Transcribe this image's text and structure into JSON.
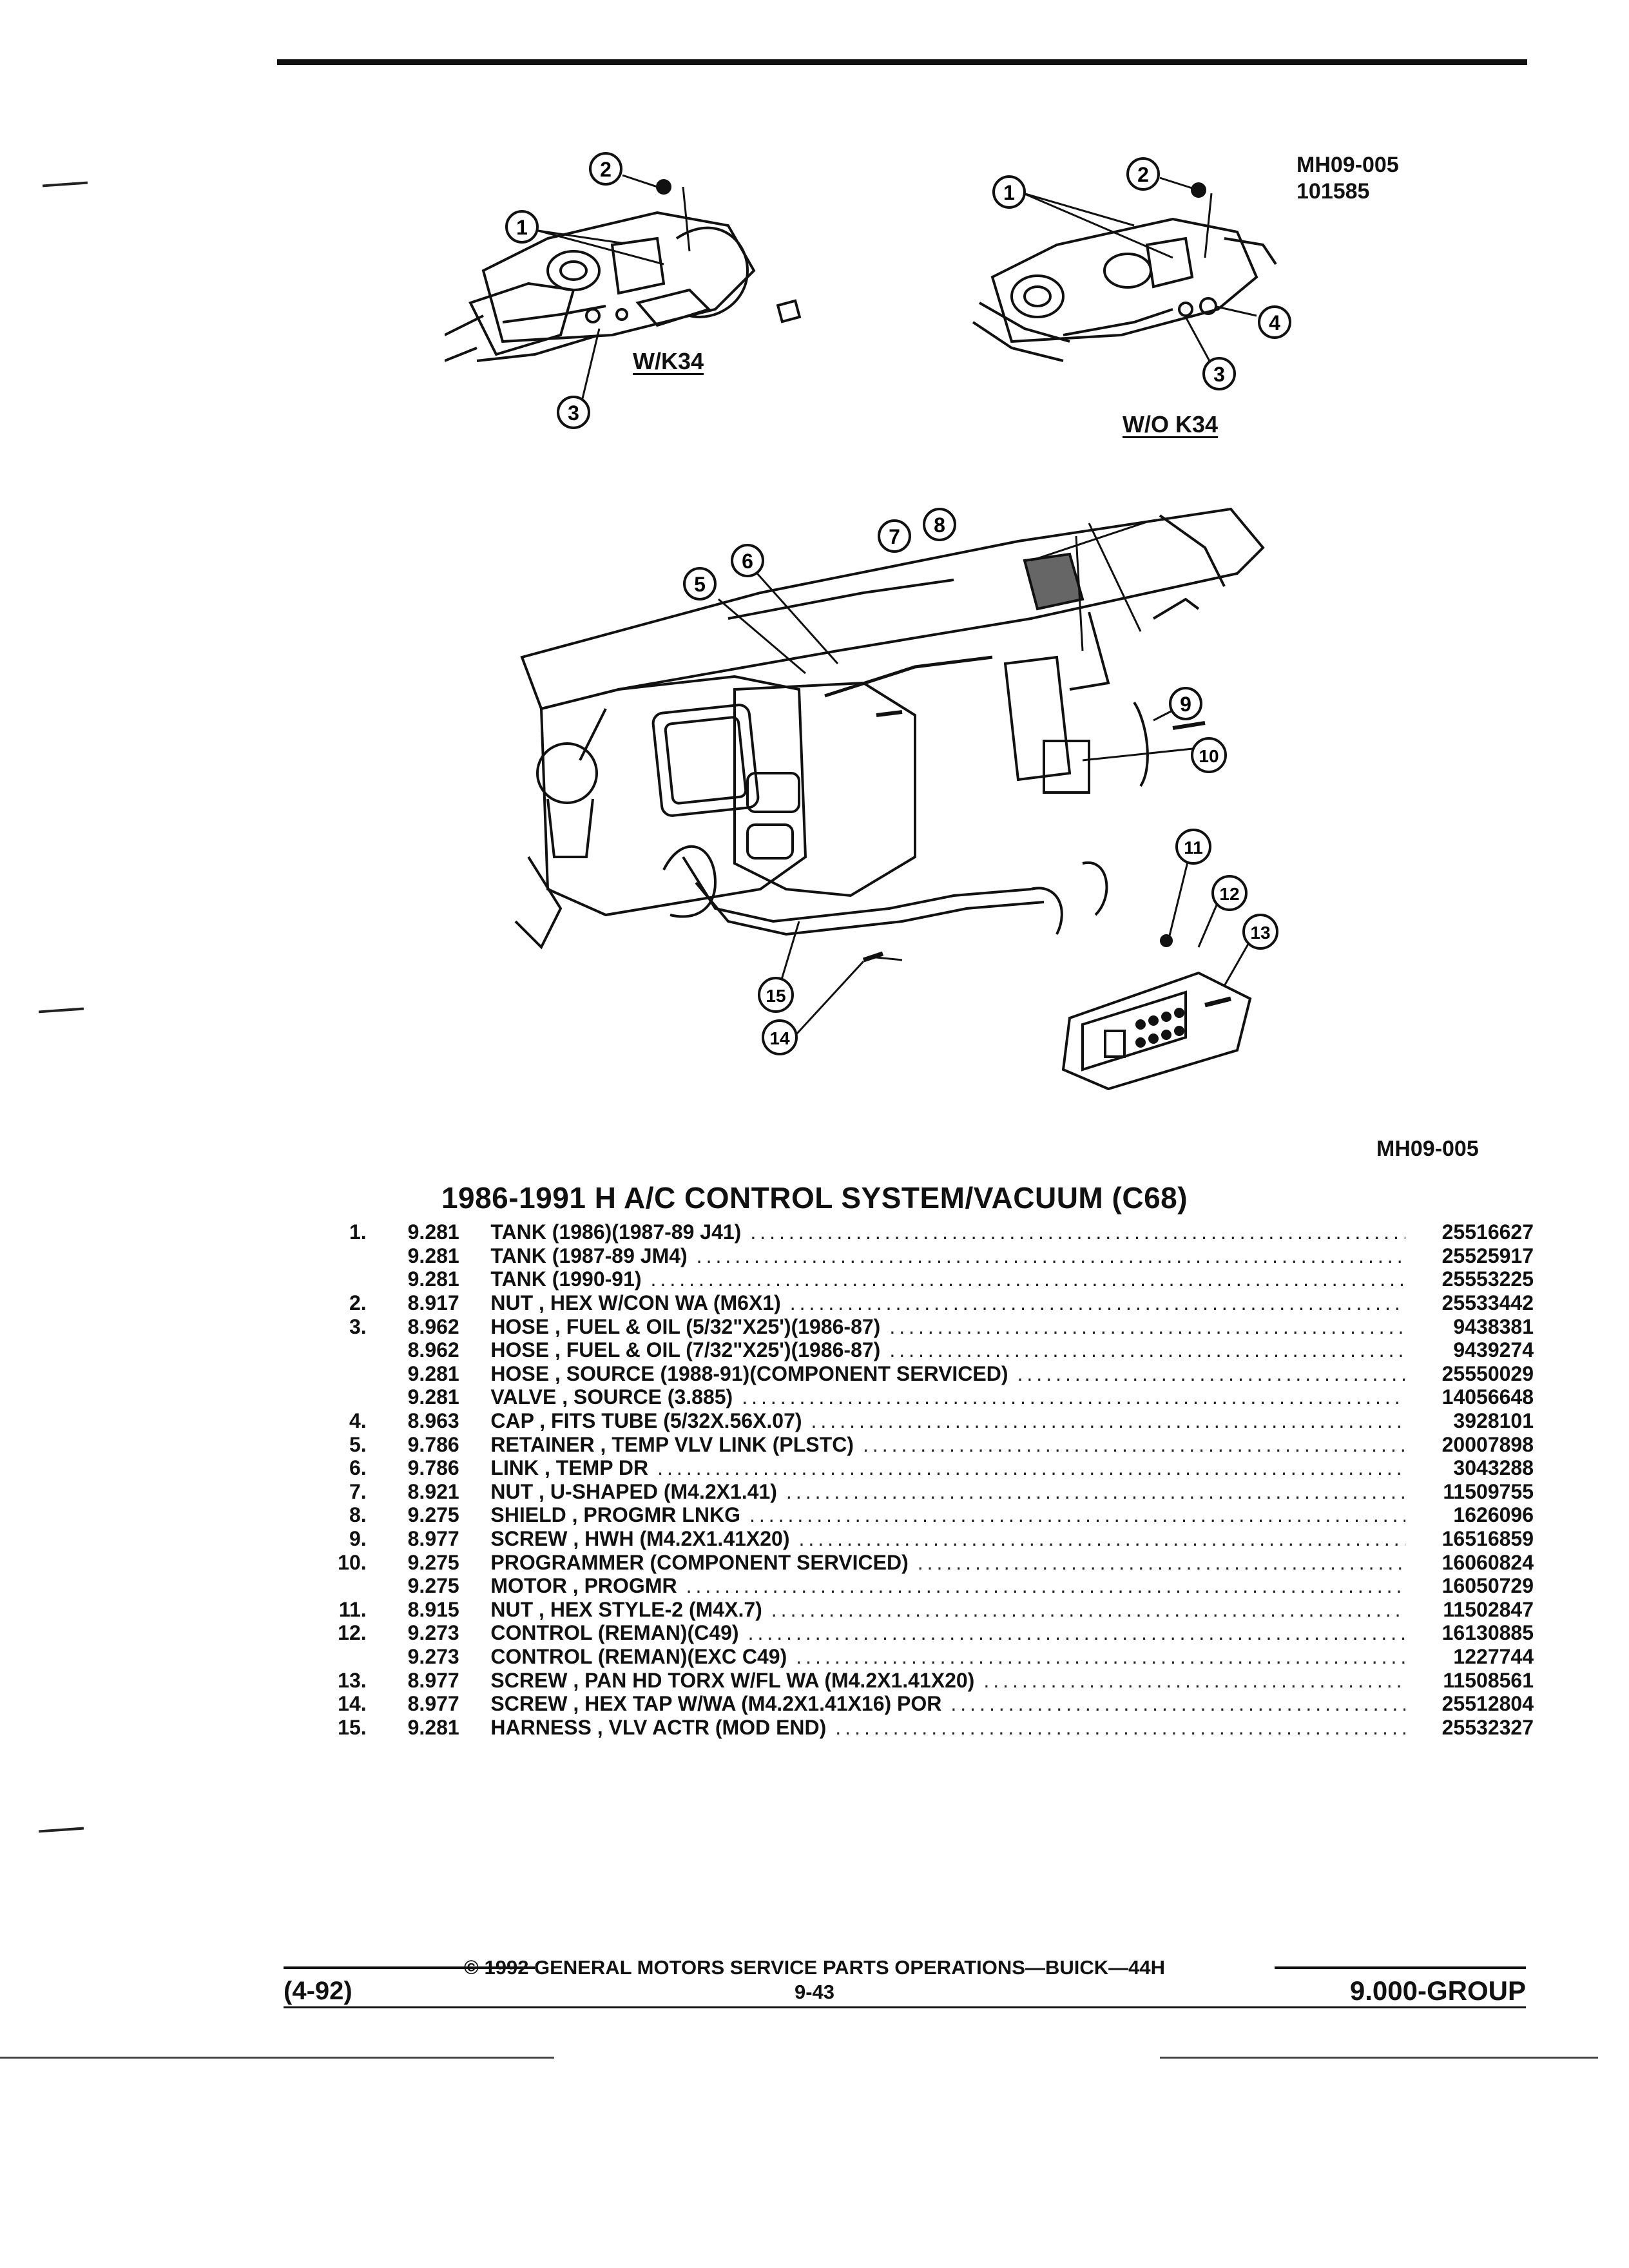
{
  "figure": {
    "id_top": "MH09-005",
    "number_top": "101585",
    "caption_left": "W/K34",
    "caption_right": "W/O K34",
    "id_bottom": "MH09-005"
  },
  "callouts": {
    "c1": "1",
    "c2": "2",
    "c3": "3",
    "c4": "4",
    "c5": "5",
    "c6": "6",
    "c7": "7",
    "c8": "8",
    "c9": "9",
    "c10": "10",
    "c11": "11",
    "c12": "12",
    "c13": "13",
    "c14": "14",
    "c15": "15"
  },
  "section": {
    "title": "1986-1991 H A/C CONTROL SYSTEM/VACUUM (C68)"
  },
  "parts": [
    {
      "ref": "1.",
      "group": "9.281",
      "desc": "TANK (1986)(1987-89 J41)",
      "part": "25516627"
    },
    {
      "ref": "",
      "group": "9.281",
      "desc": "TANK (1987-89 JM4)",
      "part": "25525917"
    },
    {
      "ref": "",
      "group": "9.281",
      "desc": "TANK (1990-91)",
      "part": "25553225"
    },
    {
      "ref": "2.",
      "group": "8.917",
      "desc": "NUT , HEX W/CON WA (M6X1)",
      "part": "25533442"
    },
    {
      "ref": "3.",
      "group": "8.962",
      "desc": "HOSE , FUEL & OIL (5/32\"X25')(1986-87)",
      "part": "9438381"
    },
    {
      "ref": "",
      "group": "8.962",
      "desc": "HOSE , FUEL & OIL (7/32\"X25')(1986-87)",
      "part": "9439274"
    },
    {
      "ref": "",
      "group": "9.281",
      "desc": "HOSE , SOURCE (1988-91)(COMPONENT SERVICED)",
      "part": "25550029"
    },
    {
      "ref": "",
      "group": "9.281",
      "desc": "VALVE , SOURCE (3.885)",
      "part": "14056648"
    },
    {
      "ref": "4.",
      "group": "8.963",
      "desc": "CAP , FITS TUBE (5/32X.56X.07)",
      "part": "3928101"
    },
    {
      "ref": "5.",
      "group": "9.786",
      "desc": "RETAINER , TEMP VLV LINK (PLSTC)",
      "part": "20007898"
    },
    {
      "ref": "6.",
      "group": "9.786",
      "desc": "LINK , TEMP DR",
      "part": "3043288"
    },
    {
      "ref": "7.",
      "group": "8.921",
      "desc": "NUT , U-SHAPED (M4.2X1.41)",
      "part": "11509755"
    },
    {
      "ref": "8.",
      "group": "9.275",
      "desc": "SHIELD , PROGMR LNKG",
      "part": "1626096"
    },
    {
      "ref": "9.",
      "group": "8.977",
      "desc": "SCREW , HWH (M4.2X1.41X20)",
      "part": "16516859"
    },
    {
      "ref": "10.",
      "group": "9.275",
      "desc": "PROGRAMMER (COMPONENT SERVICED)",
      "part": "16060824"
    },
    {
      "ref": "",
      "group": "9.275",
      "desc": "MOTOR , PROGMR",
      "part": "16050729"
    },
    {
      "ref": "11.",
      "group": "8.915",
      "desc": "NUT , HEX STYLE-2 (M4X.7)",
      "part": "11502847"
    },
    {
      "ref": "12.",
      "group": "9.273",
      "desc": "CONTROL (REMAN)(C49)",
      "part": "16130885"
    },
    {
      "ref": "",
      "group": "9.273",
      "desc": "CONTROL (REMAN)(EXC C49)",
      "part": "1227744"
    },
    {
      "ref": "13.",
      "group": "8.977",
      "desc": "SCREW , PAN HD TORX W/FL WA (M4.2X1.41X20)",
      "part": "11508561"
    },
    {
      "ref": "14.",
      "group": "8.977",
      "desc": "SCREW , HEX TAP W/WA (M4.2X1.41X16) POR",
      "part": "25512804"
    },
    {
      "ref": "15.",
      "group": "9.281",
      "desc": "HARNESS , VLV ACTR (MOD END)",
      "part": "25532327"
    }
  ],
  "footer": {
    "copyright": "© 1992 GENERAL MOTORS SERVICE PARTS OPERATIONS—BUICK—44H",
    "page": "9-43",
    "revision": "(4-92)",
    "group": "9.000-GROUP"
  }
}
